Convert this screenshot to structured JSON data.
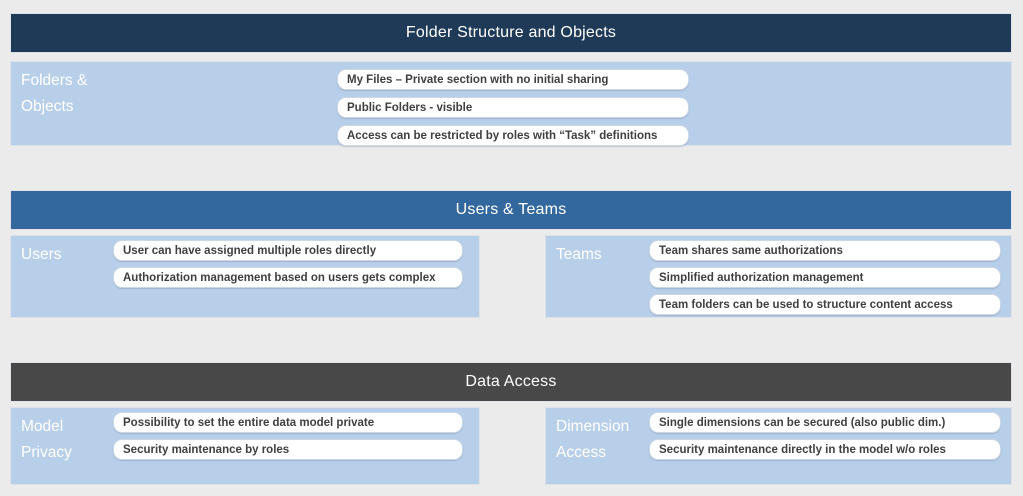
{
  "colors": {
    "background": "#ebebeb",
    "panel_blue": "#b8cfea",
    "header_navy": "#1f3a57",
    "header_blue": "#33689e",
    "header_gray": "#484848",
    "box_text": "#3f3f3f"
  },
  "sections": [
    {
      "title": "Folder Structure and Objects",
      "header_color": "#1f3a57",
      "panels": [
        {
          "label": "Folders & Objects",
          "items": [
            "My Files – Private section with no initial sharing",
            "Public Folders - visible",
            "Access can be restricted by roles with “Task” definitions"
          ]
        }
      ]
    },
    {
      "title": "Users & Teams",
      "header_color": "#33689e",
      "panels": [
        {
          "label": "Users",
          "items": [
            "User can have assigned multiple roles directly",
            "Authorization management based on users gets complex"
          ]
        },
        {
          "label": "Teams",
          "items": [
            "Team shares same authorizations",
            "Simplified authorization management",
            "Team folders can be used to structure content access"
          ]
        }
      ]
    },
    {
      "title": "Data Access",
      "header_color": "#484848",
      "panels": [
        {
          "label": "Model Privacy",
          "items": [
            "Possibility to set the entire data model private",
            "Security maintenance by roles"
          ]
        },
        {
          "label": "Dimension Access",
          "items": [
            "Single dimensions can be secured (also public dim.)",
            "Security maintenance directly in the model w/o roles"
          ]
        }
      ]
    }
  ]
}
